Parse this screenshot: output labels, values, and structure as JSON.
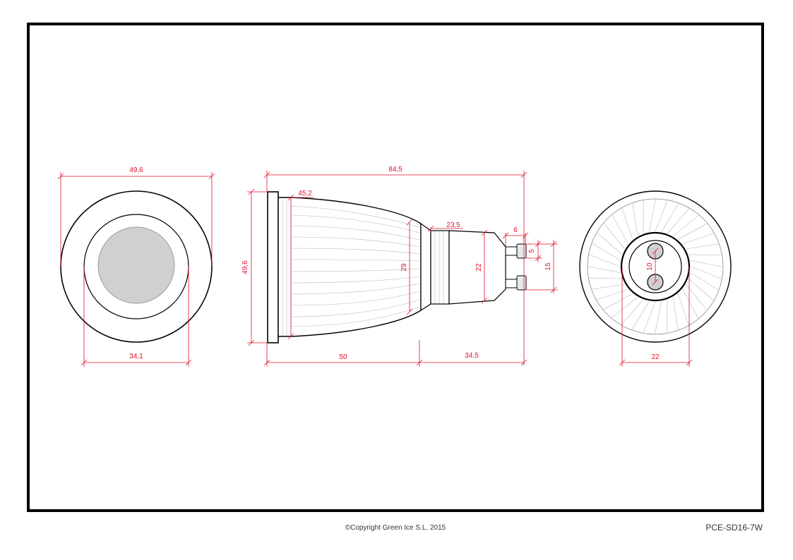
{
  "drawing": {
    "dimensions": {
      "front_outer_diameter": "49,6",
      "front_inner_diameter": "34,1",
      "side_total_length": "84,5",
      "side_body_length": "50",
      "side_neck_length": "34,5",
      "side_flange_height": "49,6",
      "side_body_front_diameter": "45,2",
      "side_body_rear_diameter": "29",
      "side_neck_diameter": "23,5",
      "side_cap_diameter": "22",
      "pin_length": "6",
      "pin_diameter": "5",
      "pin_spacing_outer": "15",
      "rear_pin_spacing": "10",
      "rear_cap_diameter": "22"
    },
    "colors": {
      "dimension": "#e0102a",
      "outline": "#000000",
      "lens": "#d0d0d0",
      "fins": "#b8b8b8"
    }
  },
  "footer": {
    "copyright": "©Copyright Green Ice S.L. 2015",
    "model_code": "PCE-SD16-7W"
  }
}
